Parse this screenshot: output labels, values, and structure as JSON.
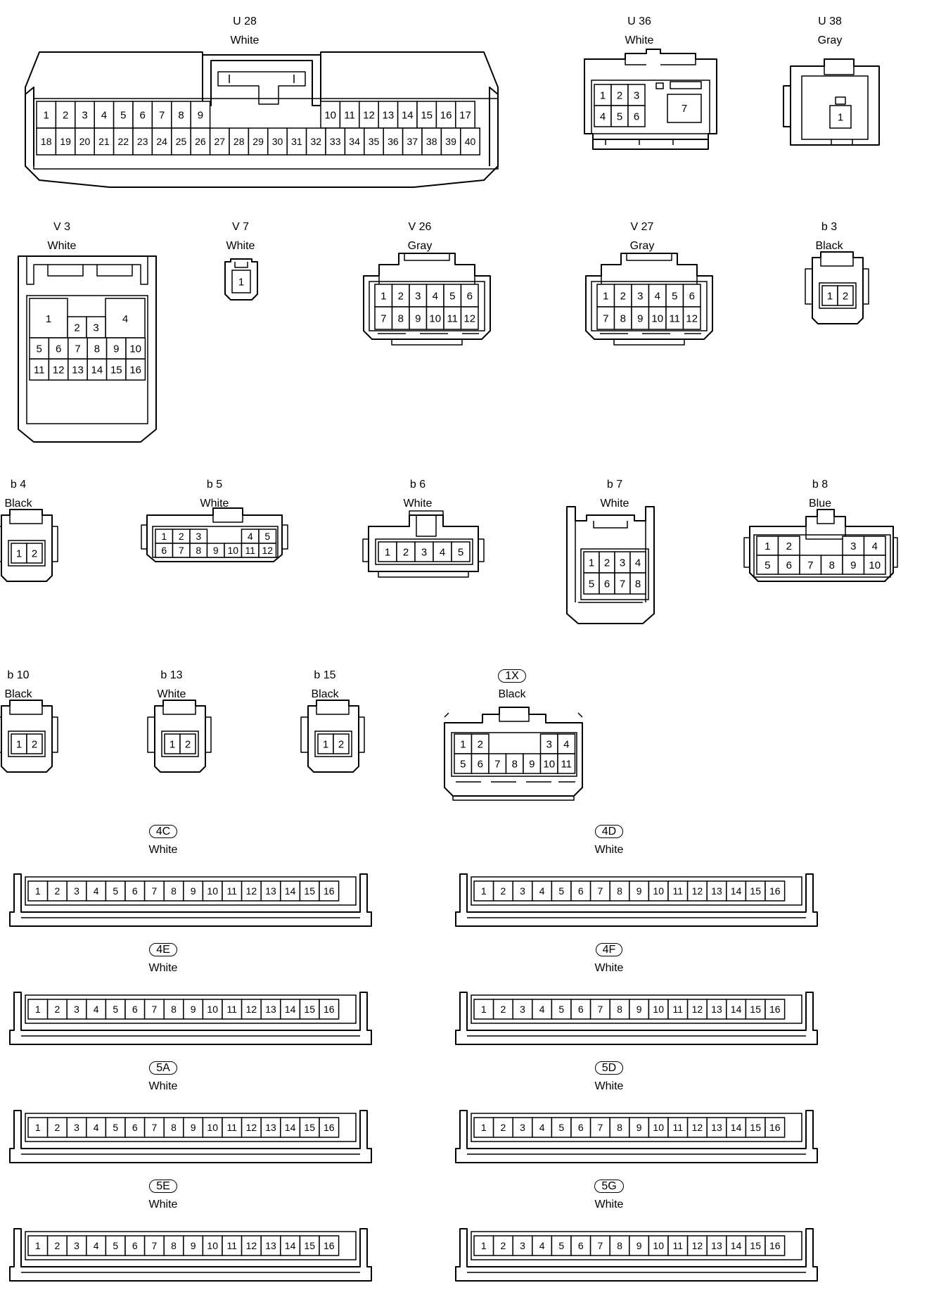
{
  "connectors": [
    {
      "id": "U 28",
      "color": "White",
      "variant": "u28",
      "pins": [
        [
          "1",
          "2",
          "3",
          "4",
          "5",
          "6",
          "7",
          "8",
          "9",
          "",
          "",
          "",
          "",
          "",
          "",
          "",
          "",
          "",
          "10",
          "11",
          "12",
          "13",
          "14",
          "15",
          "16",
          "17"
        ],
        [
          "18",
          "19",
          "20",
          "21",
          "22",
          "23",
          "24",
          "25",
          "26",
          "27",
          "28",
          "29",
          "30",
          "31",
          "32",
          "33",
          "34",
          "35",
          "36",
          "37",
          "38",
          "39",
          "40"
        ]
      ]
    },
    {
      "id": "U 36",
      "color": "White",
      "variant": "u36",
      "pins": [
        "1",
        "2",
        "3",
        "4",
        "5",
        "6",
        "7"
      ]
    },
    {
      "id": "U 38",
      "color": "Gray",
      "variant": "u38",
      "pins": [
        "1"
      ]
    },
    {
      "id": "V 3",
      "color": "White",
      "variant": "v3",
      "pins": [
        "1",
        "2",
        "3",
        "4",
        "5",
        "6",
        "7",
        "8",
        "9",
        "10",
        "11",
        "12",
        "13",
        "14",
        "15",
        "16"
      ]
    },
    {
      "id": "V 7",
      "color": "White",
      "variant": "v7",
      "pins": [
        "1"
      ]
    },
    {
      "id": "V 26",
      "color": "Gray",
      "variant": "v26",
      "pins": [
        [
          "1",
          "2",
          "3",
          "4",
          "5",
          "6"
        ],
        [
          "7",
          "8",
          "9",
          "10",
          "11",
          "12"
        ]
      ]
    },
    {
      "id": "V 27",
      "color": "Gray",
      "variant": "v26",
      "pins": [
        [
          "1",
          "2",
          "3",
          "4",
          "5",
          "6"
        ],
        [
          "7",
          "8",
          "9",
          "10",
          "11",
          "12"
        ]
      ]
    },
    {
      "id": "b 3",
      "color": "Black",
      "variant": "small2",
      "pins": [
        "1",
        "2"
      ]
    },
    {
      "id": "b 4",
      "color": "Black",
      "variant": "small2",
      "pins": [
        "1",
        "2"
      ]
    },
    {
      "id": "b 5",
      "color": "White",
      "variant": "b5",
      "pins": [
        [
          "1",
          "2",
          "3",
          "",
          "",
          "4",
          "5"
        ],
        [
          "6",
          "7",
          "8",
          "9",
          "10",
          "11",
          "12"
        ]
      ]
    },
    {
      "id": "b 6",
      "color": "White",
      "variant": "b6",
      "pins": [
        [
          "1",
          "2",
          "3",
          "4",
          "5"
        ]
      ]
    },
    {
      "id": "b 7",
      "color": "White",
      "variant": "b7",
      "pins": [
        [
          "1",
          "2",
          "3",
          "4"
        ],
        [
          "5",
          "6",
          "7",
          "8"
        ]
      ]
    },
    {
      "id": "b 8",
      "color": "Blue",
      "variant": "b8",
      "pins": [
        [
          "1",
          "2",
          "",
          "",
          "3",
          "4"
        ],
        [
          "5",
          "6",
          "7",
          "8",
          "9",
          "10"
        ]
      ]
    },
    {
      "id": "b 10",
      "color": "Black",
      "variant": "small2",
      "pins": [
        "1",
        "2"
      ]
    },
    {
      "id": "b 13",
      "color": "White",
      "variant": "small2",
      "pins": [
        "1",
        "2"
      ]
    },
    {
      "id": "b 15",
      "color": "Black",
      "variant": "small2",
      "pins": [
        "1",
        "2"
      ]
    },
    {
      "id": "1X",
      "color": "Black",
      "variant": "c1x",
      "pill": true,
      "pins": [
        [
          "1",
          "2",
          "",
          "",
          "",
          "3",
          "4"
        ],
        [
          "5",
          "6",
          "7",
          "8",
          "9",
          "10",
          "11"
        ]
      ]
    },
    {
      "id": "4C",
      "color": "White",
      "variant": "strip16",
      "pill": true,
      "pins": [
        "1",
        "2",
        "3",
        "4",
        "5",
        "6",
        "7",
        "8",
        "9",
        "10",
        "11",
        "12",
        "13",
        "14",
        "15",
        "16"
      ]
    },
    {
      "id": "4D",
      "color": "White",
      "variant": "strip16",
      "pill": true,
      "pins": [
        "1",
        "2",
        "3",
        "4",
        "5",
        "6",
        "7",
        "8",
        "9",
        "10",
        "11",
        "12",
        "13",
        "14",
        "15",
        "16"
      ]
    },
    {
      "id": "4E",
      "color": "White",
      "variant": "strip16",
      "pill": true,
      "pins": [
        "1",
        "2",
        "3",
        "4",
        "5",
        "6",
        "7",
        "8",
        "9",
        "10",
        "11",
        "12",
        "13",
        "14",
        "15",
        "16"
      ]
    },
    {
      "id": "4F",
      "color": "White",
      "variant": "strip16",
      "pill": true,
      "pins": [
        "1",
        "2",
        "3",
        "4",
        "5",
        "6",
        "7",
        "8",
        "9",
        "10",
        "11",
        "12",
        "13",
        "14",
        "15",
        "16"
      ]
    },
    {
      "id": "5A",
      "color": "White",
      "variant": "strip16",
      "pill": true,
      "pins": [
        "1",
        "2",
        "3",
        "4",
        "5",
        "6",
        "7",
        "8",
        "9",
        "10",
        "11",
        "12",
        "13",
        "14",
        "15",
        "16"
      ]
    },
    {
      "id": "5D",
      "color": "White",
      "variant": "strip16",
      "pill": true,
      "pins": [
        "1",
        "2",
        "3",
        "4",
        "5",
        "6",
        "7",
        "8",
        "9",
        "10",
        "11",
        "12",
        "13",
        "14",
        "15",
        "16"
      ]
    },
    {
      "id": "5E",
      "color": "White",
      "variant": "strip16",
      "pill": true,
      "pins": [
        "1",
        "2",
        "3",
        "4",
        "5",
        "6",
        "7",
        "8",
        "9",
        "10",
        "11",
        "12",
        "13",
        "14",
        "15",
        "16"
      ]
    },
    {
      "id": "5G",
      "color": "White",
      "variant": "strip16",
      "pill": true,
      "pins": [
        "1",
        "2",
        "3",
        "4",
        "5",
        "6",
        "7",
        "8",
        "9",
        "10",
        "11",
        "12",
        "13",
        "14",
        "15",
        "16"
      ]
    }
  ]
}
